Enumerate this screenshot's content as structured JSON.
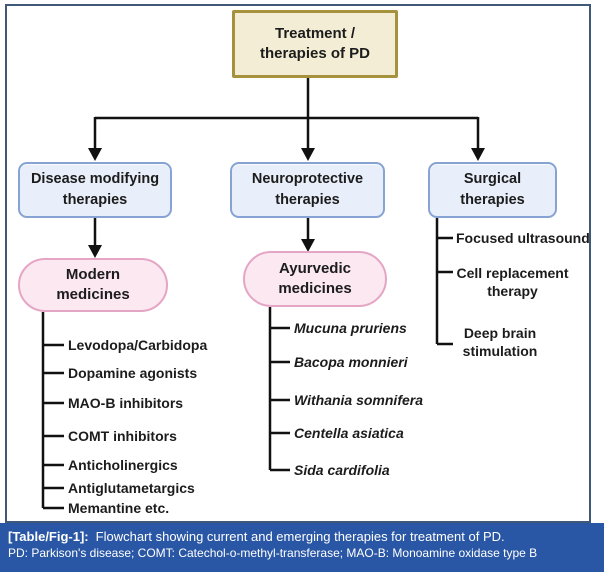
{
  "title_box": {
    "label": "Treatment / therapies of PD"
  },
  "branches": [
    {
      "label": "Disease modifying therapies",
      "sub_label": "Modern medicines",
      "items": [
        "Levodopa/Carbidopa",
        "Dopamine agonists",
        "MAO-B inhibitors",
        "COMT inhibitors",
        "Anticholinergics",
        "Antiglutametargics",
        "Memantine etc."
      ]
    },
    {
      "label": "Neuroprotective therapies",
      "sub_label": "Ayurvedic medicines",
      "items": [
        "Mucuna pruriens",
        "Bacopa monnieri",
        "Withania somnifera",
        "Centella asiatica",
        "Sida cardifolia"
      ]
    },
    {
      "label": "Surgical therapies",
      "items": [
        "Focused ultrasound",
        "Cell replacement therapy",
        "Deep brain stimulation"
      ]
    }
  ],
  "caption": {
    "tag": "[Table/Fig-1]:",
    "text": "Flowchart showing current and emerging therapies for treatment of PD.",
    "footnote": "PD: Parkison's disease; COMT: Catechol-o-methyl-transferase; MAO-B: Monoamine oxidase type B"
  },
  "colors": {
    "root_box_fill": "#f2edd4",
    "root_box_border": "#a6913c",
    "branch_box_fill": "#e9effa",
    "branch_box_border": "#87a3d4",
    "pill_fill": "#fbe8f0",
    "pill_border": "#e5a5c5",
    "caption_bar": "#2a57a5",
    "line": "#111111"
  }
}
